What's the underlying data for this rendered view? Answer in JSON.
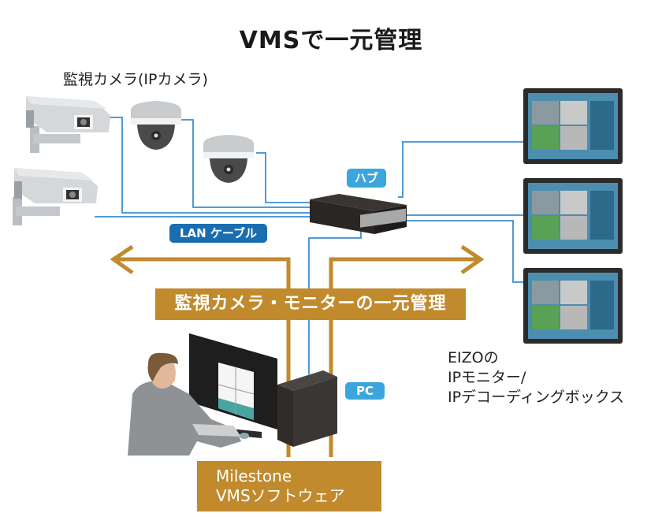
{
  "title": "VMSで一元管理",
  "cameras": {
    "label": "監視カメラ(IPカメラ)",
    "items": [
      {
        "type": "bullet-camera"
      },
      {
        "type": "bullet-camera"
      },
      {
        "type": "dome-camera"
      },
      {
        "type": "dome-camera"
      }
    ]
  },
  "hub": {
    "label": "ハブ"
  },
  "lan_cable": {
    "label": "LAN ケーブル"
  },
  "management": {
    "label": "監視カメラ・モニターの一元管理"
  },
  "pc": {
    "label": "PC"
  },
  "software": {
    "line1": "Milestone",
    "line2": "VMSソフトウェア"
  },
  "monitors": {
    "count": 3,
    "label_line1": "EIZOの",
    "label_line2": "IPモニター/",
    "label_line3": "IPデコーディングボックス"
  },
  "colors": {
    "cable": "#3a8fd0",
    "management_gold": "#c08a2d",
    "hub_badge": "#3aa6dd",
    "lan_badge": "#1a6eb0",
    "pc_badge": "#3aa6dd"
  }
}
